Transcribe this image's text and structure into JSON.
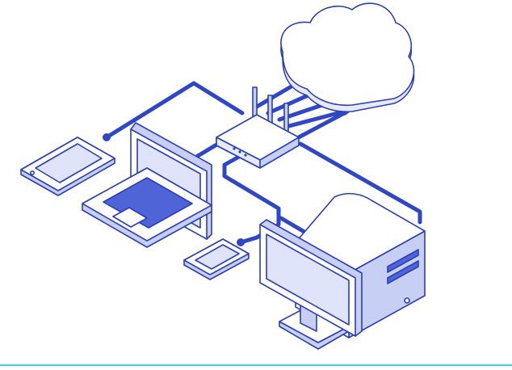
{
  "colors": {
    "outline": "#2a3fb8",
    "cable": "#2f47c6",
    "fill_light": "#e6eafc",
    "fill_mid": "#c7cff5",
    "screen": "#dfe4fb",
    "keyboard": "#4f64d6",
    "accent_bottom_line": "#35d5f0",
    "background": "#ffffff"
  },
  "nodes": [
    {
      "id": "cloud",
      "icon": "cloud-icon"
    },
    {
      "id": "router",
      "icon": "wifi-router-icon"
    },
    {
      "id": "tablet",
      "icon": "tablet-icon"
    },
    {
      "id": "laptop",
      "icon": "laptop-icon"
    },
    {
      "id": "smartphone",
      "icon": "smartphone-icon"
    },
    {
      "id": "monitor",
      "icon": "desktop-monitor-icon"
    },
    {
      "id": "server",
      "icon": "server-tower-icon"
    }
  ],
  "connections": [
    {
      "from": "router",
      "to": "cloud"
    },
    {
      "from": "router",
      "to": "tablet"
    },
    {
      "from": "router",
      "to": "laptop"
    },
    {
      "from": "router",
      "to": "smartphone"
    },
    {
      "from": "router",
      "to": "monitor"
    },
    {
      "from": "router",
      "to": "server"
    }
  ]
}
